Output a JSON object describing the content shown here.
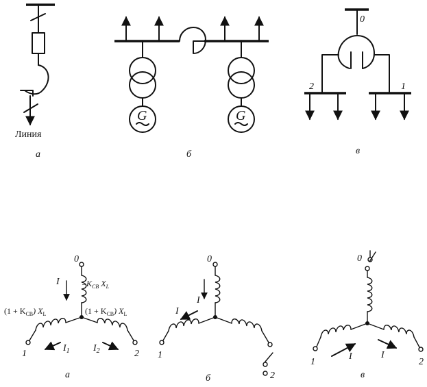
{
  "top": {
    "a": {
      "line_label": "Линия",
      "caption": "а"
    },
    "b": {
      "generator_left": "G",
      "generator_right": "G",
      "caption": "б"
    },
    "c": {
      "node_0": "0",
      "node_2": "2",
      "node_1": "1",
      "caption": "в"
    }
  },
  "bottom": {
    "a": {
      "node_0": "0",
      "current_I": "I",
      "reactance_top": "–K",
      "reactance_top_sub": "СВ",
      "reactance_top_tail": " X",
      "reactance_top_tail_sub": "L",
      "reactance_left": "(1 + K",
      "reactance_left_sub": "СВ",
      "reactance_left_tail": ") X",
      "reactance_left_tail_sub": "L",
      "reactance_right": "(1 + K",
      "reactance_right_sub": "СВ",
      "reactance_right_tail": ") X",
      "reactance_right_tail_sub": "L",
      "node_1": "1",
      "current_I1": "I",
      "current_I1_sub": "1",
      "current_I2": "I",
      "current_I2_sub": "2",
      "node_2": "2",
      "caption": "а"
    },
    "b": {
      "node_0": "0",
      "current_top": "I",
      "current_left": "I",
      "node_1": "1",
      "node_2": "2",
      "caption": "б"
    },
    "c": {
      "node_0": "0",
      "node_1": "1",
      "current_left": "I",
      "current_right": "I",
      "node_2": "2",
      "caption": "в"
    }
  }
}
